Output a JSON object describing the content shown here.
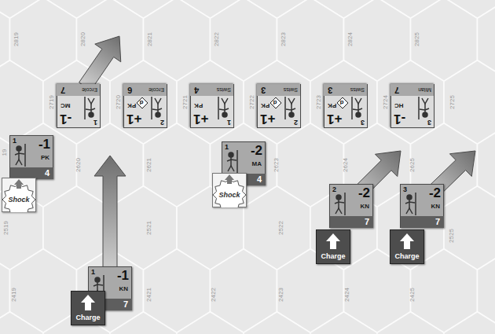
{
  "diagram": {
    "nodes": [
      {
        "text": [
          "-1",
          "7",
          "MC",
          "1",
          "Ercole"
        ]
      },
      {
        "text": [
          "+1",
          "6",
          "d",
          "PK",
          "2",
          "Ercole"
        ]
      },
      {
        "text": [
          "+1",
          "4",
          "PK",
          "1",
          "Swiss"
        ]
      },
      {
        "text": [
          "+1",
          "3",
          "d",
          "PK",
          "2",
          "Swiss"
        ]
      },
      {
        "text": [
          "+1",
          "3",
          "d",
          "PK",
          "3",
          "Swiss"
        ]
      },
      {
        "text": [
          "-1",
          "7",
          "HC",
          "3",
          "Milan"
        ]
      },
      {
        "text": [
          "1",
          "-1",
          "PK",
          "4"
        ]
      },
      {
        "text": [
          "Shock"
        ]
      },
      {
        "text": [
          "1",
          "-2",
          "MA",
          "4"
        ]
      },
      {
        "text": [
          "Shock"
        ]
      },
      {
        "text": [
          "2",
          "-2",
          "KN",
          "7"
        ]
      },
      {
        "text": [
          "Charge"
        ]
      },
      {
        "text": [
          "3",
          "-2",
          "KN",
          "7"
        ]
      },
      {
        "text": [
          "Charge"
        ]
      },
      {
        "text": [
          "1",
          "-1",
          "KN",
          "7"
        ]
      },
      {
        "text": [
          "Charge"
        ]
      }
    ],
    "labels": [
      "2819",
      "2820",
      "2821",
      "2822",
      "2823",
      "2824",
      "2825",
      "2719",
      "2720",
      "2721",
      "2722",
      "2723",
      "2724",
      "2725",
      "19",
      "2620",
      "2621",
      "2623",
      "2624",
      "2625",
      "2519",
      "2521",
      "2522",
      "2525",
      "2419",
      "2421",
      "2422",
      "2423",
      "2424",
      "2425"
    ]
  }
}
